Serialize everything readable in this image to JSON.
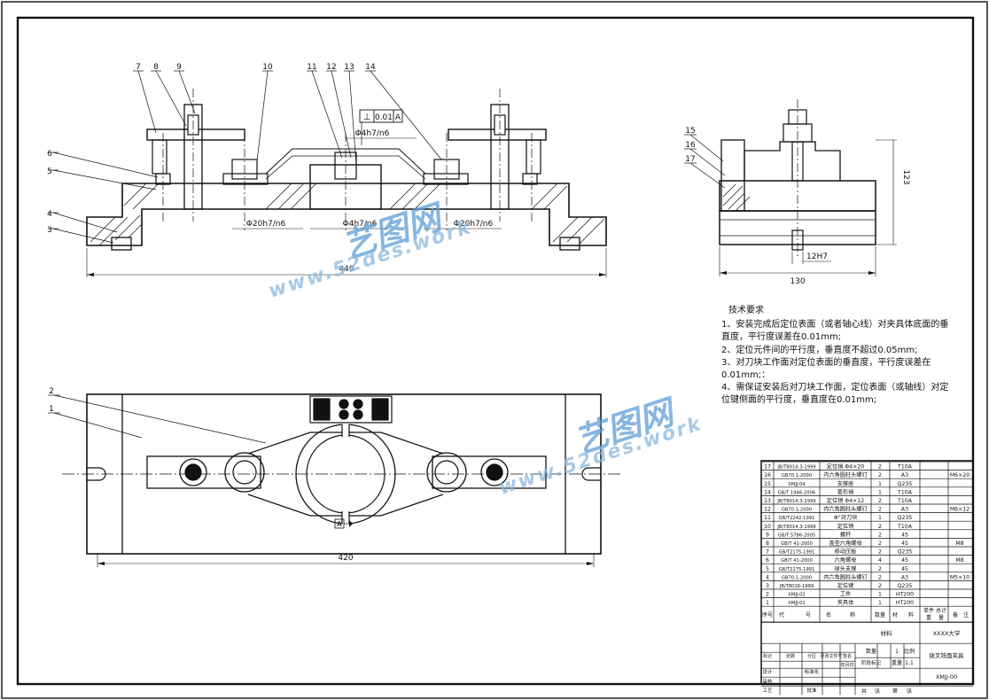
{
  "views": {
    "front": {
      "callouts": [
        "7",
        "8",
        "9",
        "10",
        "11",
        "12",
        "13",
        "14",
        "6",
        "5",
        "4",
        "3"
      ],
      "tolerance_frame": {
        "symbol": "⊥",
        "value": "0.01",
        "datum": "A"
      },
      "fits": [
        "Φ4h7/n6",
        "Φ20h7/n6",
        "Φ4h7/n6",
        "Φ20h7/n6"
      ],
      "length_dim": "440"
    },
    "side": {
      "callouts": [
        "15",
        "16",
        "17"
      ],
      "height_dim": "123",
      "width_dim": "130",
      "slot_dim": "12H7"
    },
    "top": {
      "callouts": [
        "2",
        "1"
      ],
      "length_dim": "420",
      "datum_label": "A"
    }
  },
  "tech_requirements": {
    "title": "技术要求",
    "lines": [
      "1、安装完成后定位表面（或者轴心线）对夹具体底面的垂",
      "直度，平行度误差在0.01mm;",
      "2、定位元件间的平行度，垂直度不超过0.05mm;",
      "3、对刀块工作面对定位表面的垂直度，平行度误差在",
      "0.01mm;：",
      "4、需保证安装后对刀块工作面，定位表面（或轴线）对定",
      "位键侧面的平行度，垂直度在0.01mm;"
    ]
  },
  "bom": {
    "rows": [
      [
        "17",
        "JB/T8014.3-1999",
        "定位销 Φ4×20",
        "2",
        "T10A",
        ""
      ],
      [
        "16",
        "GB70.1-2000",
        "内六角圆柱头螺钉",
        "2",
        "A3",
        "M6×20"
      ],
      [
        "15",
        "XMJJ-04",
        "支撑座",
        "1",
        "Q235",
        ""
      ],
      [
        "14",
        "GB/T 1946-2006",
        "菱形销",
        "1",
        "T10A",
        ""
      ],
      [
        "13",
        "JB/T8014.3-1999",
        "定位销 Φ4×12",
        "2",
        "T10A",
        ""
      ],
      [
        "12",
        "GB70.1-2000",
        "内六角圆柱头螺钉",
        "2",
        "A3",
        "M6×12"
      ],
      [
        "11",
        "GB/T2242-1991",
        "Φ°对刀块",
        "1",
        "Q235",
        ""
      ],
      [
        "10",
        "JB/T8014.3-1999",
        "定位销",
        "2",
        "T10A",
        ""
      ],
      [
        "9",
        "GB/T 5786-2005",
        "螺杆",
        "2",
        "45",
        ""
      ],
      [
        "8",
        "GB/T 41-2000",
        "盖型六角螺母",
        "2",
        "45",
        "M8"
      ],
      [
        "7",
        "GB/T2175-1991",
        "移动压板",
        "2",
        "Q235",
        ""
      ],
      [
        "6",
        "GB/T 41-2000",
        "六角螺母",
        "4",
        "45",
        "M8"
      ],
      [
        "5",
        "GB/T2175-1991",
        "球头支撑",
        "2",
        "45",
        ""
      ],
      [
        "4",
        "GB70.1-2000",
        "内六角圆柱头螺钉",
        "2",
        "A3",
        "M5×10"
      ],
      [
        "3",
        "JB/T8016-1999",
        "定位键",
        "2",
        "Q235",
        ""
      ],
      [
        "2",
        "XMJJ-02",
        "工件",
        "1",
        "HT200",
        ""
      ],
      [
        "1",
        "XMJJ-01",
        "夹具体",
        "1",
        "HT200",
        ""
      ]
    ],
    "header": [
      "序号",
      "代",
      "号",
      "名",
      "称",
      "数量",
      "材",
      "料",
      "单件",
      "总计",
      "重",
      "量",
      "备",
      "注"
    ]
  },
  "title_block": {
    "school": "XXXX大学",
    "drawing_name": "拨叉铣面夹具",
    "drawing_no": "XMJJ-00",
    "scale": "1:1",
    "quantity": "1",
    "labels": {
      "material_label": "材料",
      "quantity_label": "数量",
      "weight_label": "重量",
      "scale_label": "比例",
      "stage_label": "阶段标记",
      "mark_label": "标记",
      "count_label": "处数",
      "zone_label": "分区",
      "change_label": "更改文件号",
      "sign_label": "签名",
      "date_label": "年月日",
      "design_label": "设计",
      "check_label": "审核",
      "process_label": "工艺",
      "std_label": "标准化",
      "approve_label": "批准",
      "sheet_total": "共",
      "sheet": "张",
      "sheet_no": "第",
      "sheet_unit": "张"
    }
  },
  "watermarks": [
    {
      "brand": "艺图网",
      "url": "www.52des.work"
    },
    {
      "brand": "艺图网",
      "url": "www.52des.work"
    }
  ],
  "colors": {
    "line": "#111111",
    "watermark": "#5e9ed6"
  }
}
